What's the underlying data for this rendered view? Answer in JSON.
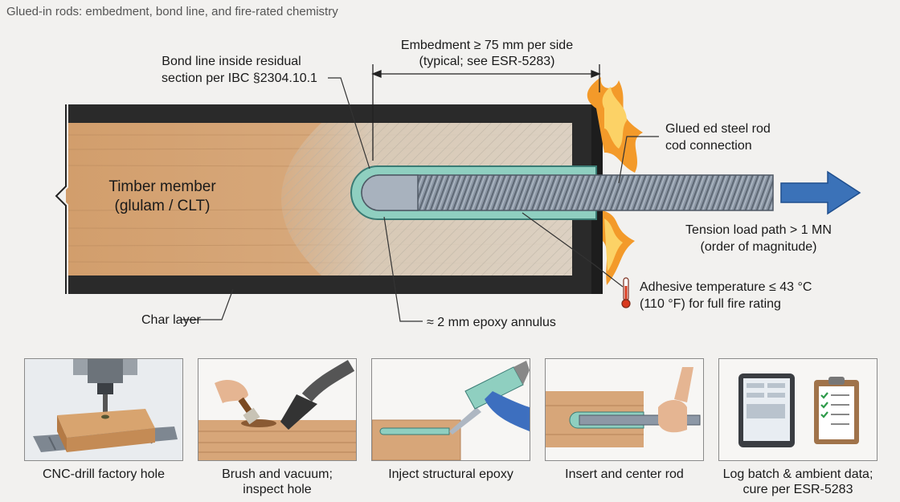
{
  "title": "Glued-in rods: embedment, bond line, and fire-rated chemistry",
  "callouts": {
    "bond_line_1": "Bond line inside residual",
    "bond_line_2": "section per IBC §2304.10.1",
    "embedment_1": "Embedment ≥ 75 mm per side",
    "embedment_2": "(typical; see ESR-5283)",
    "rod_1": "Glued ed steel rod",
    "rod_2": "cod connection",
    "timber_1": "Timber member",
    "timber_2": "(glulam / CLT)",
    "tension_1": "Tension load path > 1 MN",
    "tension_2": "(order of magnitude)",
    "adhesive_1": "Adhesive temperature ≤ 43 °C",
    "adhesive_2": "(110 °F) for full fire rating",
    "char": "Char layer",
    "epoxy": "≈ 2 mm epoxy annulus"
  },
  "steps": [
    {
      "icon": "cnc-drill-icon",
      "caption_1": "CNC-drill factory hole",
      "caption_2": ""
    },
    {
      "icon": "brush-vacuum-icon",
      "caption_1": "Brush and vacuum;",
      "caption_2": "inspect hole"
    },
    {
      "icon": "epoxy-gun-icon",
      "caption_1": "Inject structural epoxy",
      "caption_2": ""
    },
    {
      "icon": "insert-rod-icon",
      "caption_1": "Insert and center rod",
      "caption_2": ""
    },
    {
      "icon": "tablet-clipboard-icon",
      "caption_1": "Log batch & ambient data;",
      "caption_2": "cure per ESR-5283"
    }
  ],
  "colors": {
    "timber": "#d4a275",
    "char": "#2a2a2a",
    "epoxy": "#8fcfc0",
    "rod": "#8d98a6",
    "arrow": "#3b72b8",
    "flame": "#f39a2a"
  }
}
